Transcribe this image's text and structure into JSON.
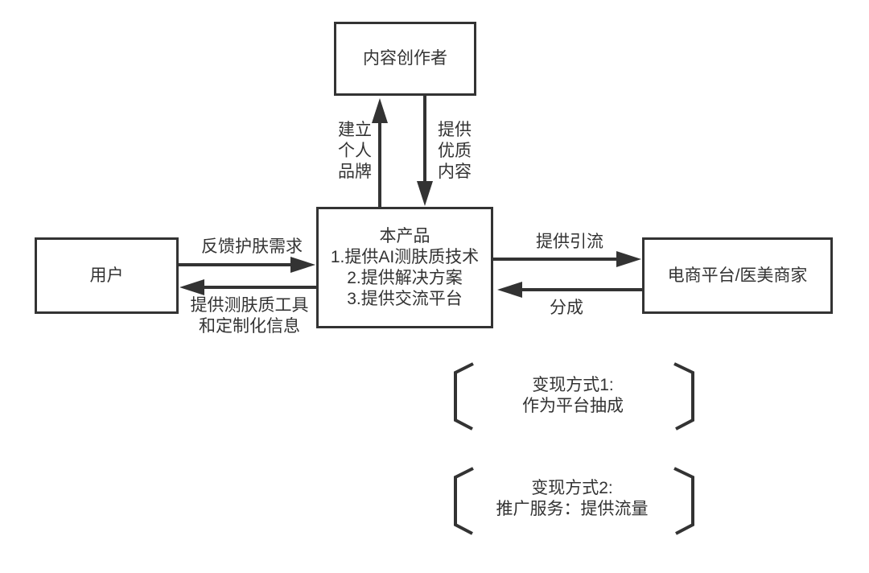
{
  "diagram": {
    "type": "flowchart",
    "colors": {
      "stroke": "#333333",
      "text": "#333333",
      "background": "#ffffff"
    },
    "nodes": {
      "content_creator": {
        "label": "内容创作者"
      },
      "product": {
        "lines": [
          "本产品",
          "1.提供AI测肤质技术",
          "2.提供解决方案",
          "3.提供交流平台"
        ]
      },
      "user": {
        "label": "用户"
      },
      "merchant": {
        "label": "电商平台/医美商家"
      }
    },
    "edges": [
      {
        "id": "build-brand",
        "from": "product",
        "to": "content_creator",
        "label": "建立\n个人\n品牌"
      },
      {
        "id": "quality-content",
        "from": "content_creator",
        "to": "product",
        "label": "提供\n优质\n内容"
      },
      {
        "id": "feedback-needs",
        "from": "user",
        "to": "product",
        "label": "反馈护肤需求"
      },
      {
        "id": "provide-tools",
        "from": "product",
        "to": "user",
        "label": "提供测肤质工具\n和定制化信息"
      },
      {
        "id": "provide-referral",
        "from": "product",
        "to": "merchant",
        "label": "提供引流"
      },
      {
        "id": "revenue-share",
        "from": "merchant",
        "to": "product",
        "label": "分成"
      }
    ],
    "monetization": [
      {
        "label": "变现方式1:\n作为平台抽成"
      },
      {
        "label": "变现方式2:\n推广服务：提供流量"
      }
    ]
  }
}
